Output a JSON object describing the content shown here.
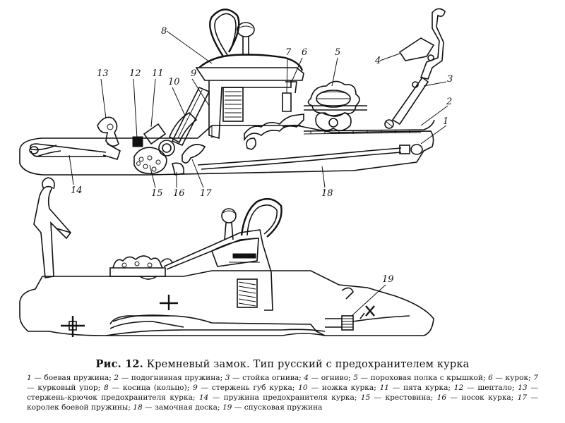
{
  "figure": {
    "label": "Рис. 12.",
    "title": "Кремневый замок. Тип русский с предохранителем курка"
  },
  "callouts": [
    {
      "n": "1",
      "text": "боевая пружина"
    },
    {
      "n": "2",
      "text": "подогнивная пружина"
    },
    {
      "n": "3",
      "text": "стойка огнива"
    },
    {
      "n": "4",
      "text": "огниво"
    },
    {
      "n": "5",
      "text": "пороховая полка с крышкой"
    },
    {
      "n": "6",
      "text": "курок"
    },
    {
      "n": "7",
      "text": "курковый упор"
    },
    {
      "n": "8",
      "text": "косица (кольцо)"
    },
    {
      "n": "9",
      "text": "стержень губ курка"
    },
    {
      "n": "10",
      "text": "ножка курка"
    },
    {
      "n": "11",
      "text": "пята курка"
    },
    {
      "n": "12",
      "text": "шептало"
    },
    {
      "n": "13",
      "text": "стержень-крючок предохранителя курка"
    },
    {
      "n": "14",
      "text": "пружина предохранителя курка"
    },
    {
      "n": "15",
      "text": "крестовина"
    },
    {
      "n": "16",
      "text": "носок курка"
    },
    {
      "n": "17",
      "text": "королек боевой пружины"
    },
    {
      "n": "18",
      "text": "замочная доска"
    },
    {
      "n": "19",
      "text": "спусковая пружина"
    }
  ]
}
